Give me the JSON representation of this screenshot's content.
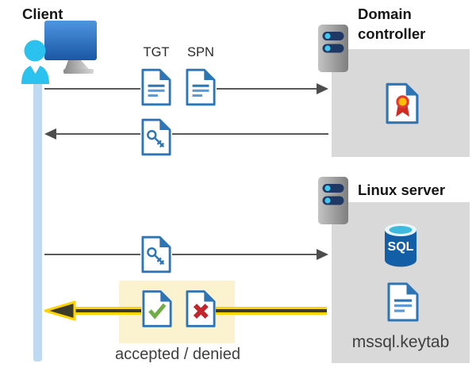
{
  "diagram": {
    "client": {
      "label": "Client"
    },
    "domain_controller": {
      "label": "Domain controller"
    },
    "linux_server": {
      "label": "Linux server"
    },
    "labels": {
      "tgt": "TGT",
      "spn": "SPN",
      "sql": "SQL",
      "keytab": "mssql.keytab",
      "result": "accepted / denied"
    },
    "colors": {
      "doc_blue": "#2E75B6",
      "doc_line_light_blue": "#5B9BD5",
      "accept_green": "#70AD47",
      "deny_red": "#C0262C",
      "arrow_gray": "#4D4D4D",
      "yellow_arrow": "#FFD400",
      "yellow_arrow_core": "#403E2B",
      "highlight_yellow": "#FBF3CF",
      "server_box_gray": "#D9D9D9",
      "lifeline_blue": "#BFD9F1",
      "person_cyan": "#2BC2F0",
      "server_pill_navy": "#203864",
      "sql_cylinder_blue": "#135FA7",
      "cert_ribbon_red": "#D02B20",
      "cert_seal_yellow": "#FFC000"
    }
  }
}
